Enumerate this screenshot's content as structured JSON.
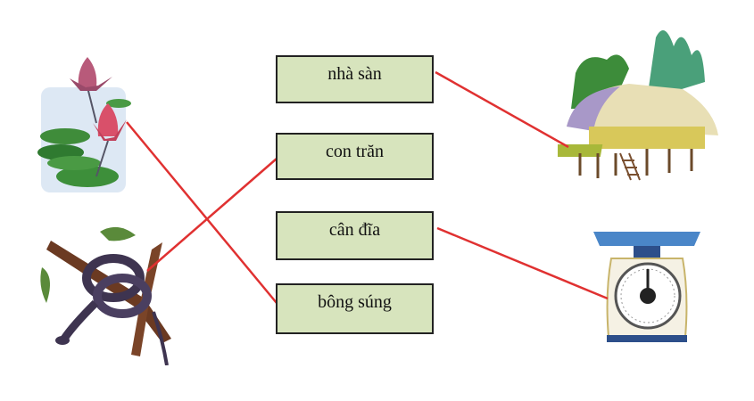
{
  "exercise": {
    "words": [
      {
        "id": "nha-san",
        "label": "nhà sàn"
      },
      {
        "id": "con-tran",
        "label": "con trăn"
      },
      {
        "id": "can-dia",
        "label": "cân đĩa"
      },
      {
        "id": "bong-sung",
        "label": "bông súng"
      }
    ],
    "pictures": [
      {
        "id": "water-lily",
        "icon": "water-lily-icon",
        "position": "left-top"
      },
      {
        "id": "python",
        "icon": "snake-icon",
        "position": "left-bottom"
      },
      {
        "id": "stilt-house",
        "icon": "stilt-house-icon",
        "position": "right-top"
      },
      {
        "id": "kitchen-scale",
        "icon": "scale-icon",
        "position": "right-bottom"
      }
    ],
    "connections": [
      {
        "from": "water-lily",
        "to": "bong-sung"
      },
      {
        "from": "python",
        "to": "con-tran"
      },
      {
        "from": "nha-san",
        "to": "stilt-house"
      },
      {
        "from": "can-dia",
        "to": "kitchen-scale"
      }
    ],
    "colors": {
      "line": "#e03131",
      "box_fill": "#d7e4bd",
      "box_border": "#222222"
    }
  }
}
